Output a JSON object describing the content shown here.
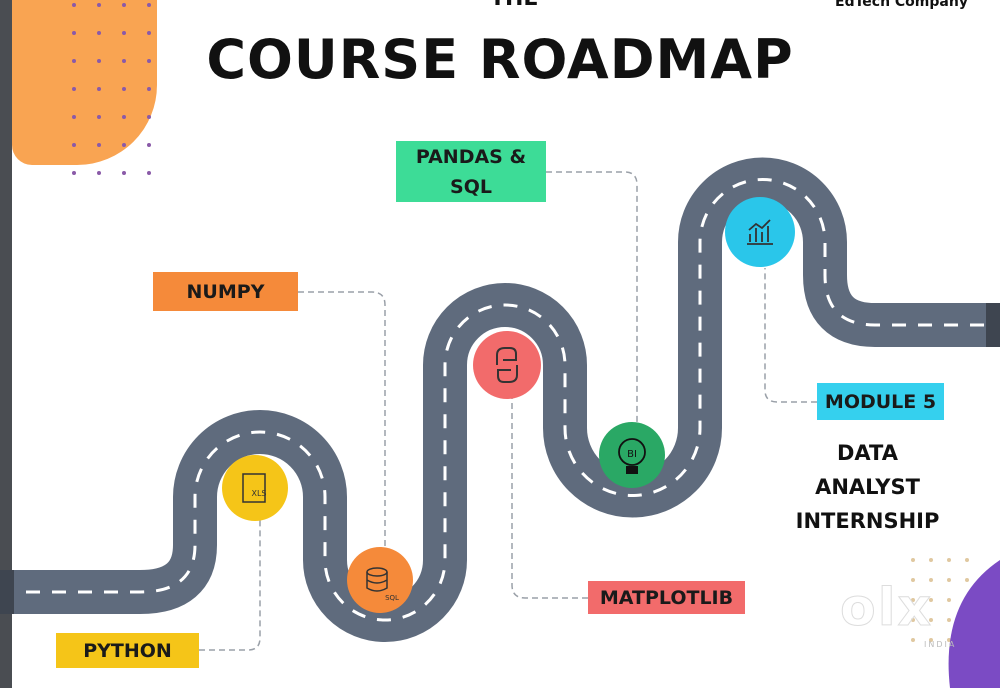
{
  "header": {
    "pretitle": "THE",
    "title": "COURSE ROADMAP",
    "company": "EdTech Company"
  },
  "milestones": [
    {
      "label": "PYTHON",
      "color": "#f5c518",
      "icon": "xls-file-icon"
    },
    {
      "label": "NUMPY",
      "color": "#f58a3a",
      "icon": "sql-database-icon"
    },
    {
      "label": "MATPLOTLIB",
      "color": "#f26b6b",
      "icon": "python-logo-icon"
    },
    {
      "label": "PANDAS & SQL",
      "color": "#3ddc97",
      "icon": "bi-lightbulb-icon"
    },
    {
      "label": "MODULE 5",
      "color": "#35d0ee",
      "icon": "bar-chart-icon"
    }
  ],
  "final": {
    "line1": "DATA",
    "line2": "ANALYST",
    "line3": "INTERNSHIP"
  },
  "watermark": {
    "brand": "olx",
    "country": "INDIA"
  },
  "colors": {
    "road": "#5f6b7d",
    "orange": "#f9a452",
    "purple": "#7b4bc4"
  }
}
